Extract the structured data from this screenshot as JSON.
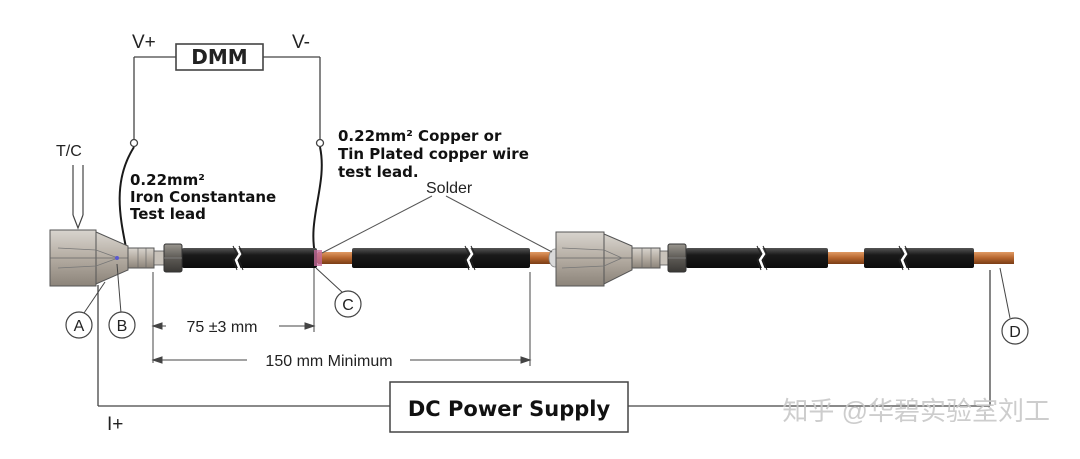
{
  "labels": {
    "v_plus": "V+",
    "v_minus": "V-",
    "dmm": "DMM",
    "tc": "T/C",
    "iron_lead": [
      "0.22mm²",
      "Iron Constantane",
      "Test lead"
    ],
    "copper_lead": [
      "0.22mm² Copper or",
      "Tin Plated copper wire",
      "test lead."
    ],
    "solder": "Solder",
    "callout_a": "A",
    "callout_b": "B",
    "callout_c": "C",
    "callout_d": "D",
    "dim_75": "75 ±3 mm",
    "dim_150": "150 mm Minimum",
    "dc_power_supply": "DC Power Supply",
    "i_plus": "I+",
    "watermark": "知乎 @华碧实验室刘工"
  },
  "colors": {
    "line": "#444444",
    "cable_black": "#1a1a1a",
    "copper": "#b5652e",
    "fitting": "#b7b0a6",
    "watermark": "#c8c8c8"
  }
}
